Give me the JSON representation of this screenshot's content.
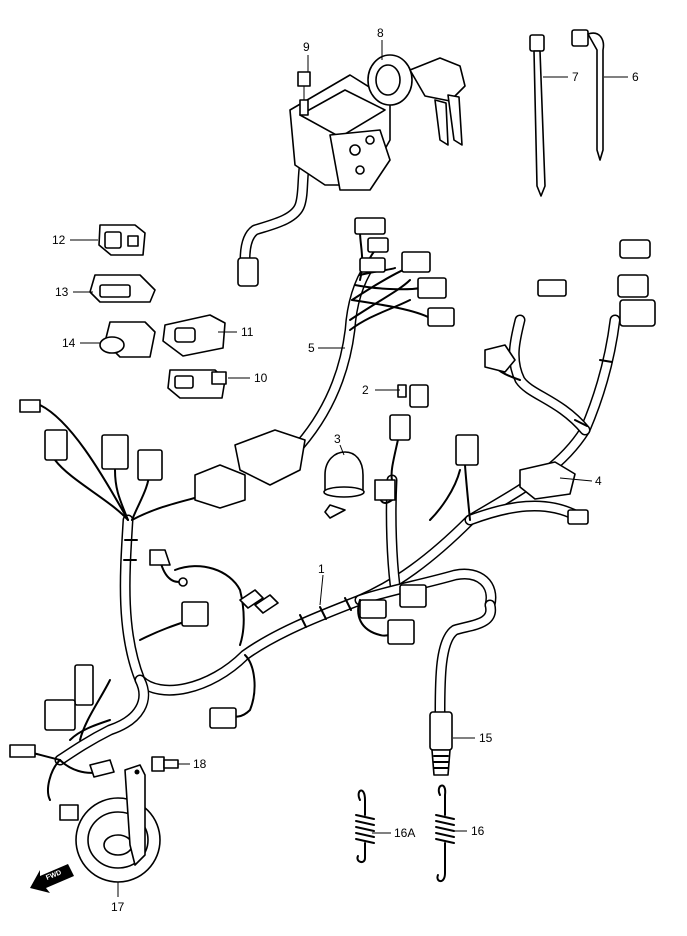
{
  "diagram": {
    "callouts": [
      {
        "id": "c1",
        "label": "1"
      },
      {
        "id": "c2",
        "label": "2"
      },
      {
        "id": "c3",
        "label": "3"
      },
      {
        "id": "c4",
        "label": "4"
      },
      {
        "id": "c5",
        "label": "5"
      },
      {
        "id": "c6",
        "label": "6"
      },
      {
        "id": "c7",
        "label": "7"
      },
      {
        "id": "c8",
        "label": "8"
      },
      {
        "id": "c9",
        "label": "9"
      },
      {
        "id": "c10",
        "label": "10"
      },
      {
        "id": "c11",
        "label": "11"
      },
      {
        "id": "c12",
        "label": "12"
      },
      {
        "id": "c13",
        "label": "13"
      },
      {
        "id": "c14",
        "label": "14"
      },
      {
        "id": "c15",
        "label": "15"
      },
      {
        "id": "c16",
        "label": "16"
      },
      {
        "id": "c16a",
        "label": "16A"
      },
      {
        "id": "c17",
        "label": "17"
      },
      {
        "id": "c18",
        "label": "18"
      }
    ],
    "direction_arrow": {
      "label": "FWD",
      "icon": "fwd-arrow-icon"
    },
    "colors": {
      "line": "#000000",
      "background": "#ffffff"
    }
  }
}
